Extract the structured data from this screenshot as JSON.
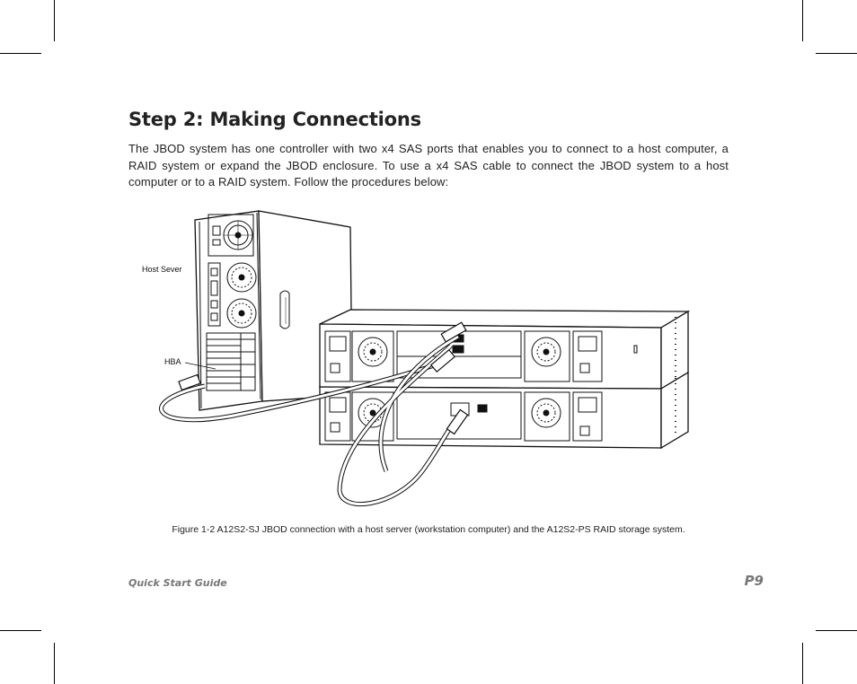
{
  "heading": {
    "title": "Step 2: Making Connections",
    "intro": "The JBOD system has one controller with two x4 SAS ports that enables you to connect to a host computer, a RAID system or expand the JBOD enclosure. To use a x4 SAS cable to connect the JBOD system to a host computer or to a RAID system. Follow the procedures below:"
  },
  "figure": {
    "label_host": "Host Sever",
    "label_hba": "HBA",
    "caption": "Figure 1-2  A12S2-SJ JBOD connection with a host server (workstation computer) and the A12S2-PS RAID storage system."
  },
  "footer": {
    "guide": "Quick Start Guide",
    "page": "P9"
  }
}
